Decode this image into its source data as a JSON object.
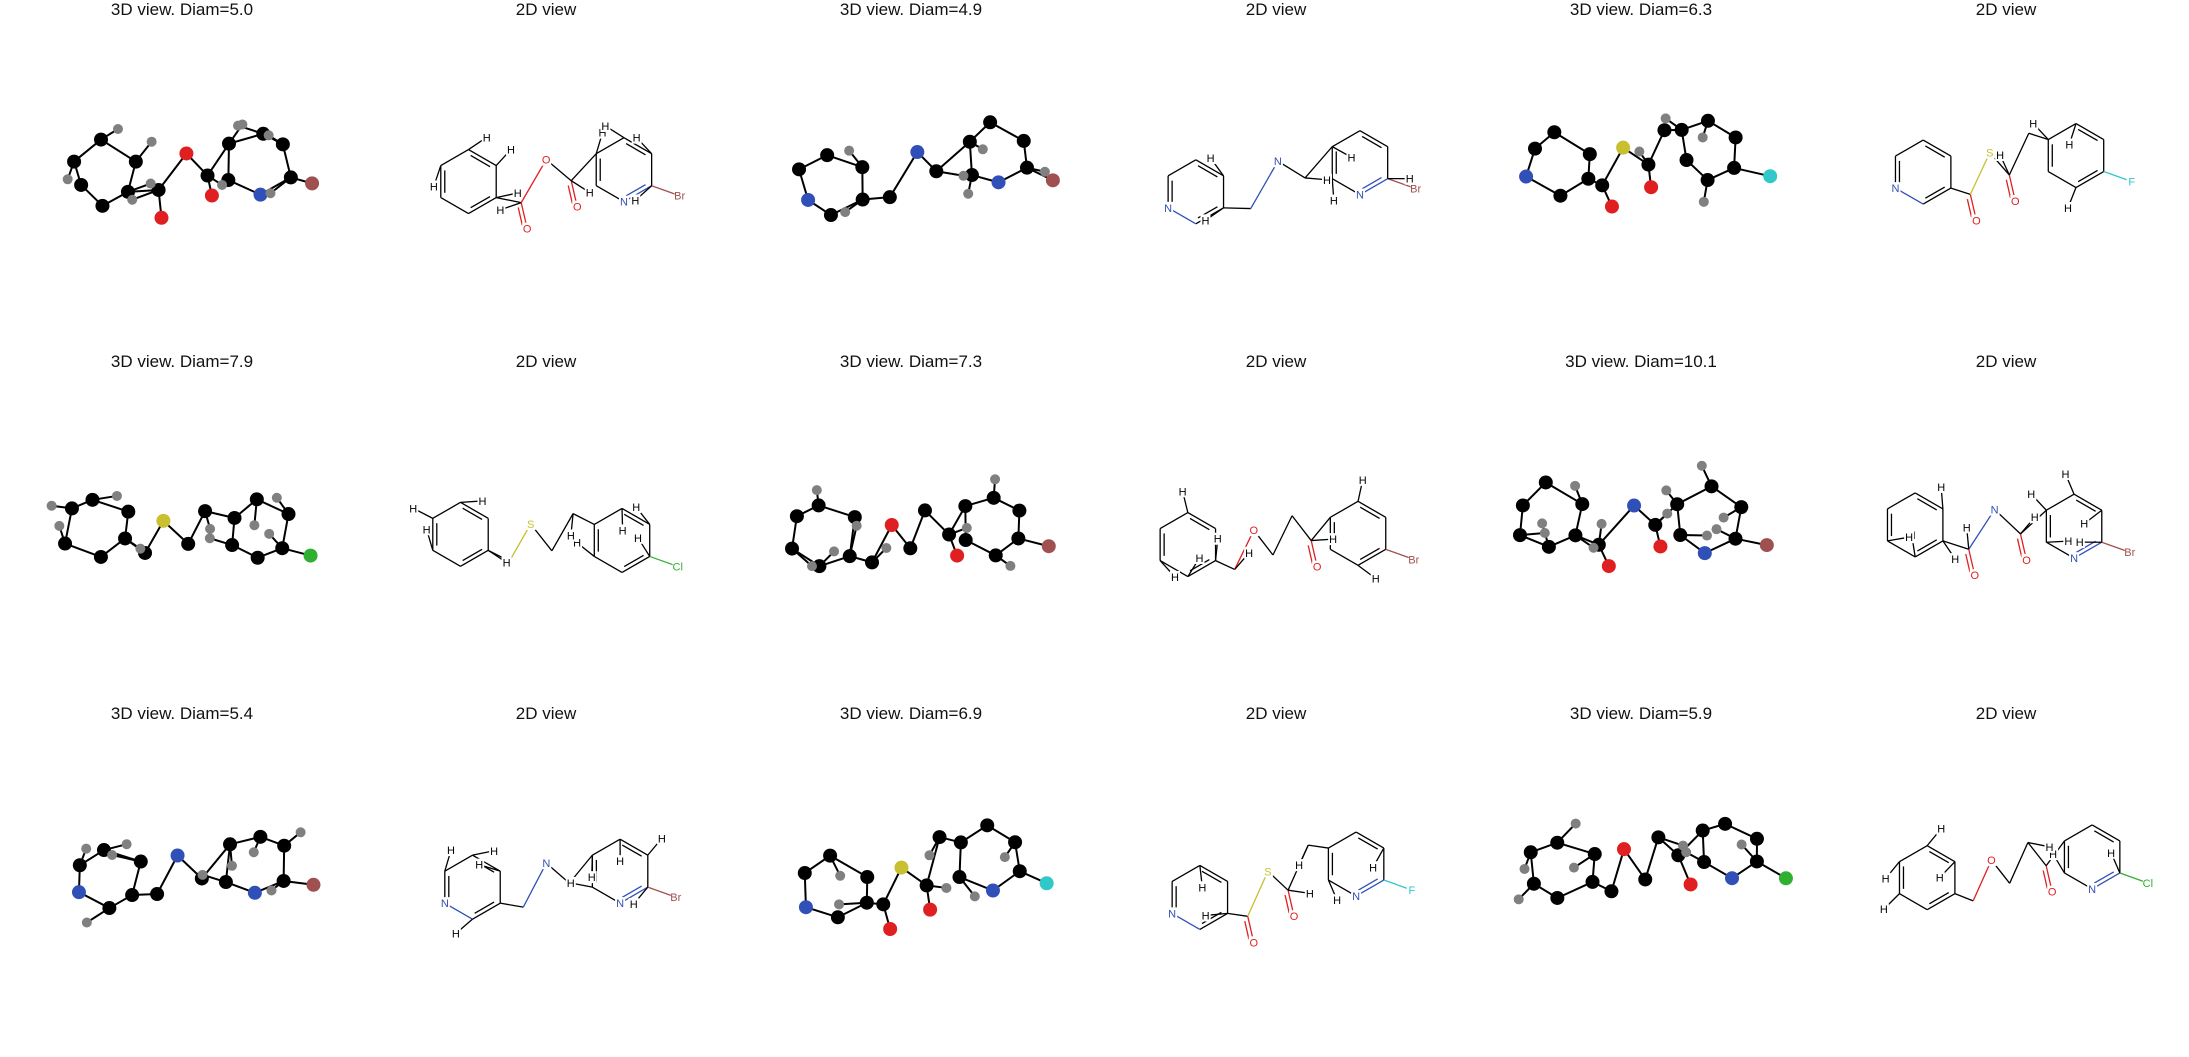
{
  "panels": [
    {
      "title": "3D view. Diam=5.0",
      "kind": "3d",
      "mol": 0
    },
    {
      "title": "2D view",
      "kind": "2d",
      "mol": 0
    },
    {
      "title": "3D view. Diam=4.9",
      "kind": "3d",
      "mol": 1
    },
    {
      "title": "2D view",
      "kind": "2d",
      "mol": 1
    },
    {
      "title": "3D view. Diam=6.3",
      "kind": "3d",
      "mol": 2
    },
    {
      "title": "2D view",
      "kind": "2d",
      "mol": 2
    },
    {
      "title": "3D view. Diam=7.9",
      "kind": "3d",
      "mol": 3
    },
    {
      "title": "2D view",
      "kind": "2d",
      "mol": 3
    },
    {
      "title": "3D view. Diam=7.3",
      "kind": "3d",
      "mol": 4
    },
    {
      "title": "2D view",
      "kind": "2d",
      "mol": 4
    },
    {
      "title": "3D view. Diam=10.1",
      "kind": "3d",
      "mol": 5
    },
    {
      "title": "2D view",
      "kind": "2d",
      "mol": 5
    },
    {
      "title": "3D view. Diam=5.4",
      "kind": "3d",
      "mol": 6
    },
    {
      "title": "2D view",
      "kind": "2d",
      "mol": 6
    },
    {
      "title": "3D view. Diam=6.9",
      "kind": "3d",
      "mol": 7
    },
    {
      "title": "2D view",
      "kind": "2d",
      "mol": 7
    },
    {
      "title": "3D view. Diam=5.9",
      "kind": "3d",
      "mol": 8
    },
    {
      "title": "2D view",
      "kind": "2d",
      "mol": 8
    }
  ],
  "element_colors": {
    "C": "#000000",
    "H": "#808080",
    "N": "#3050b8",
    "O": "#e02020",
    "S": "#c8c030",
    "F": "#30c8c8",
    "Cl": "#30b030",
    "Br": "#a05050"
  },
  "atom_labels_2d": {
    "H": "H",
    "N": "N",
    "O": "O",
    "S": "S",
    "F": "F",
    "Cl": "Cl",
    "Br": "Br"
  }
}
